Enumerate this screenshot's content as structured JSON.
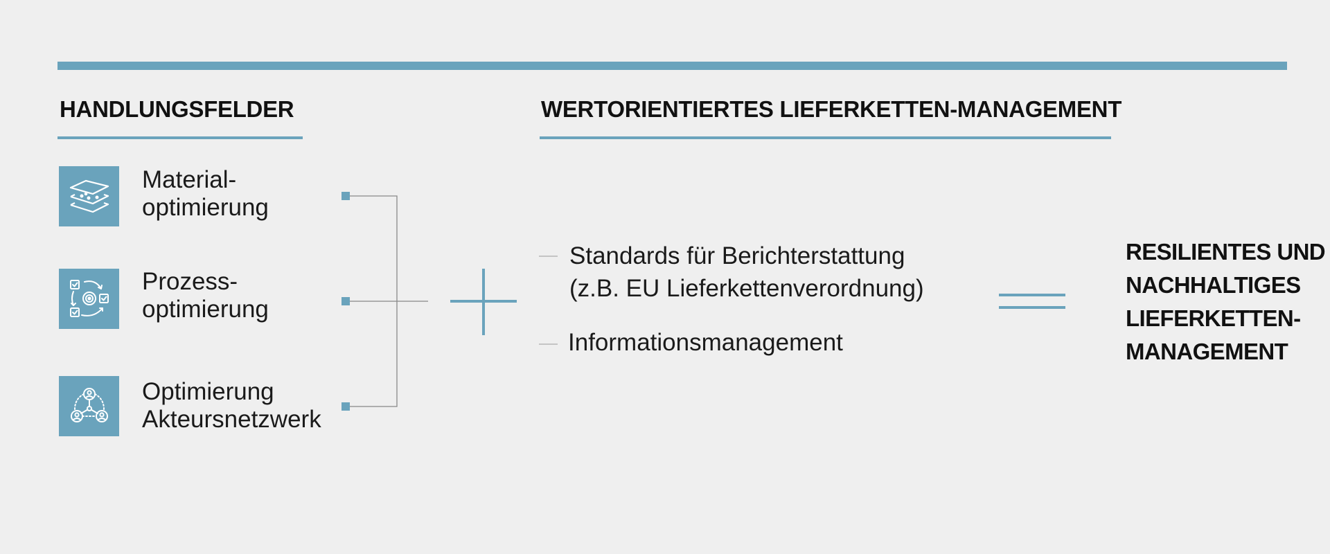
{
  "colors": {
    "accent": "#6aa3bc",
    "background": "#efefef",
    "text": "#111111"
  },
  "left_column": {
    "heading": "HANDLUNGSFELDER",
    "fields": [
      {
        "icon": "layers-icon",
        "line1": "Material-",
        "line2": "optimierung"
      },
      {
        "icon": "process-cycle-icon",
        "line1": "Prozess-",
        "line2": "optimierung"
      },
      {
        "icon": "network-people-icon",
        "line1": "Optimierung",
        "line2": "Akteursnetzwerk"
      }
    ]
  },
  "operator_plus": "plus-icon",
  "middle_column": {
    "heading": "WERTORIENTIERTES LIEFERKETTEN-MANAGEMENT",
    "bullets": [
      {
        "line1": "Standards für Berichterstattung",
        "line2": "(z.B. EU Lieferkettenverordnung)"
      },
      {
        "line1": "Informationsmanagement"
      }
    ]
  },
  "operator_equals": "equals-icon",
  "result": {
    "lines": [
      "RESILIENTES UND",
      "NACHHALTIGES",
      "LIEFERKETTEN-",
      "MANAGEMENT"
    ]
  }
}
